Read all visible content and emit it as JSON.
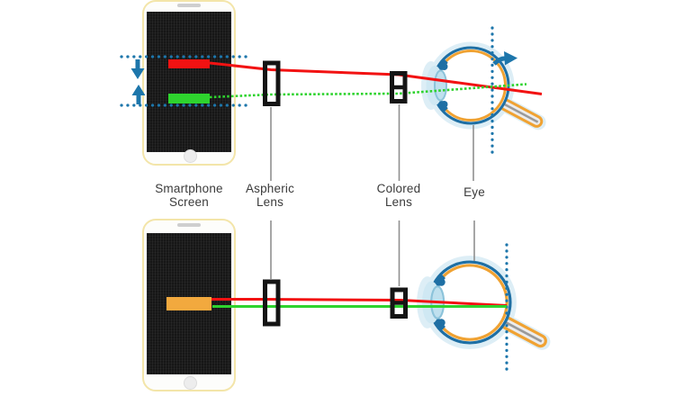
{
  "diagram": {
    "labels": {
      "smartphone_screen": "Smartphone Screen",
      "aspheric_lens": "Aspheric Lens",
      "colored_lens": "Colored Lens",
      "eye": "Eye"
    },
    "rows": [
      {
        "name": "top",
        "description_visible": false
      },
      {
        "name": "bottom",
        "description_visible": false
      }
    ],
    "icons": {
      "shift-down-arrow-icon": "▼",
      "shift-up-arrow-icon": "▲",
      "focal-shift-arrow-icon": "➔",
      "retina-plane-dotted-line": "⋮",
      "reference-dotted-line": "…"
    },
    "colors": {
      "ray_red": "#f21212",
      "ray_green": "#2ed32e",
      "marker_blue": "#1d76ab",
      "display_bar_red": "#f21212",
      "display_bar_green": "#2ed32e",
      "display_bar_orange": "#f2a93e",
      "eye_outer_ring_blue": "#1e6fa4",
      "eye_inner_ring_orange": "#f0a232",
      "eye_halo_blue": "#ddeef6",
      "lens_frame_black": "#141414",
      "leader_line_gray": "#909090",
      "label_text": "#3a3a3a",
      "phone_border_yellow": "#f3e5a9"
    }
  }
}
